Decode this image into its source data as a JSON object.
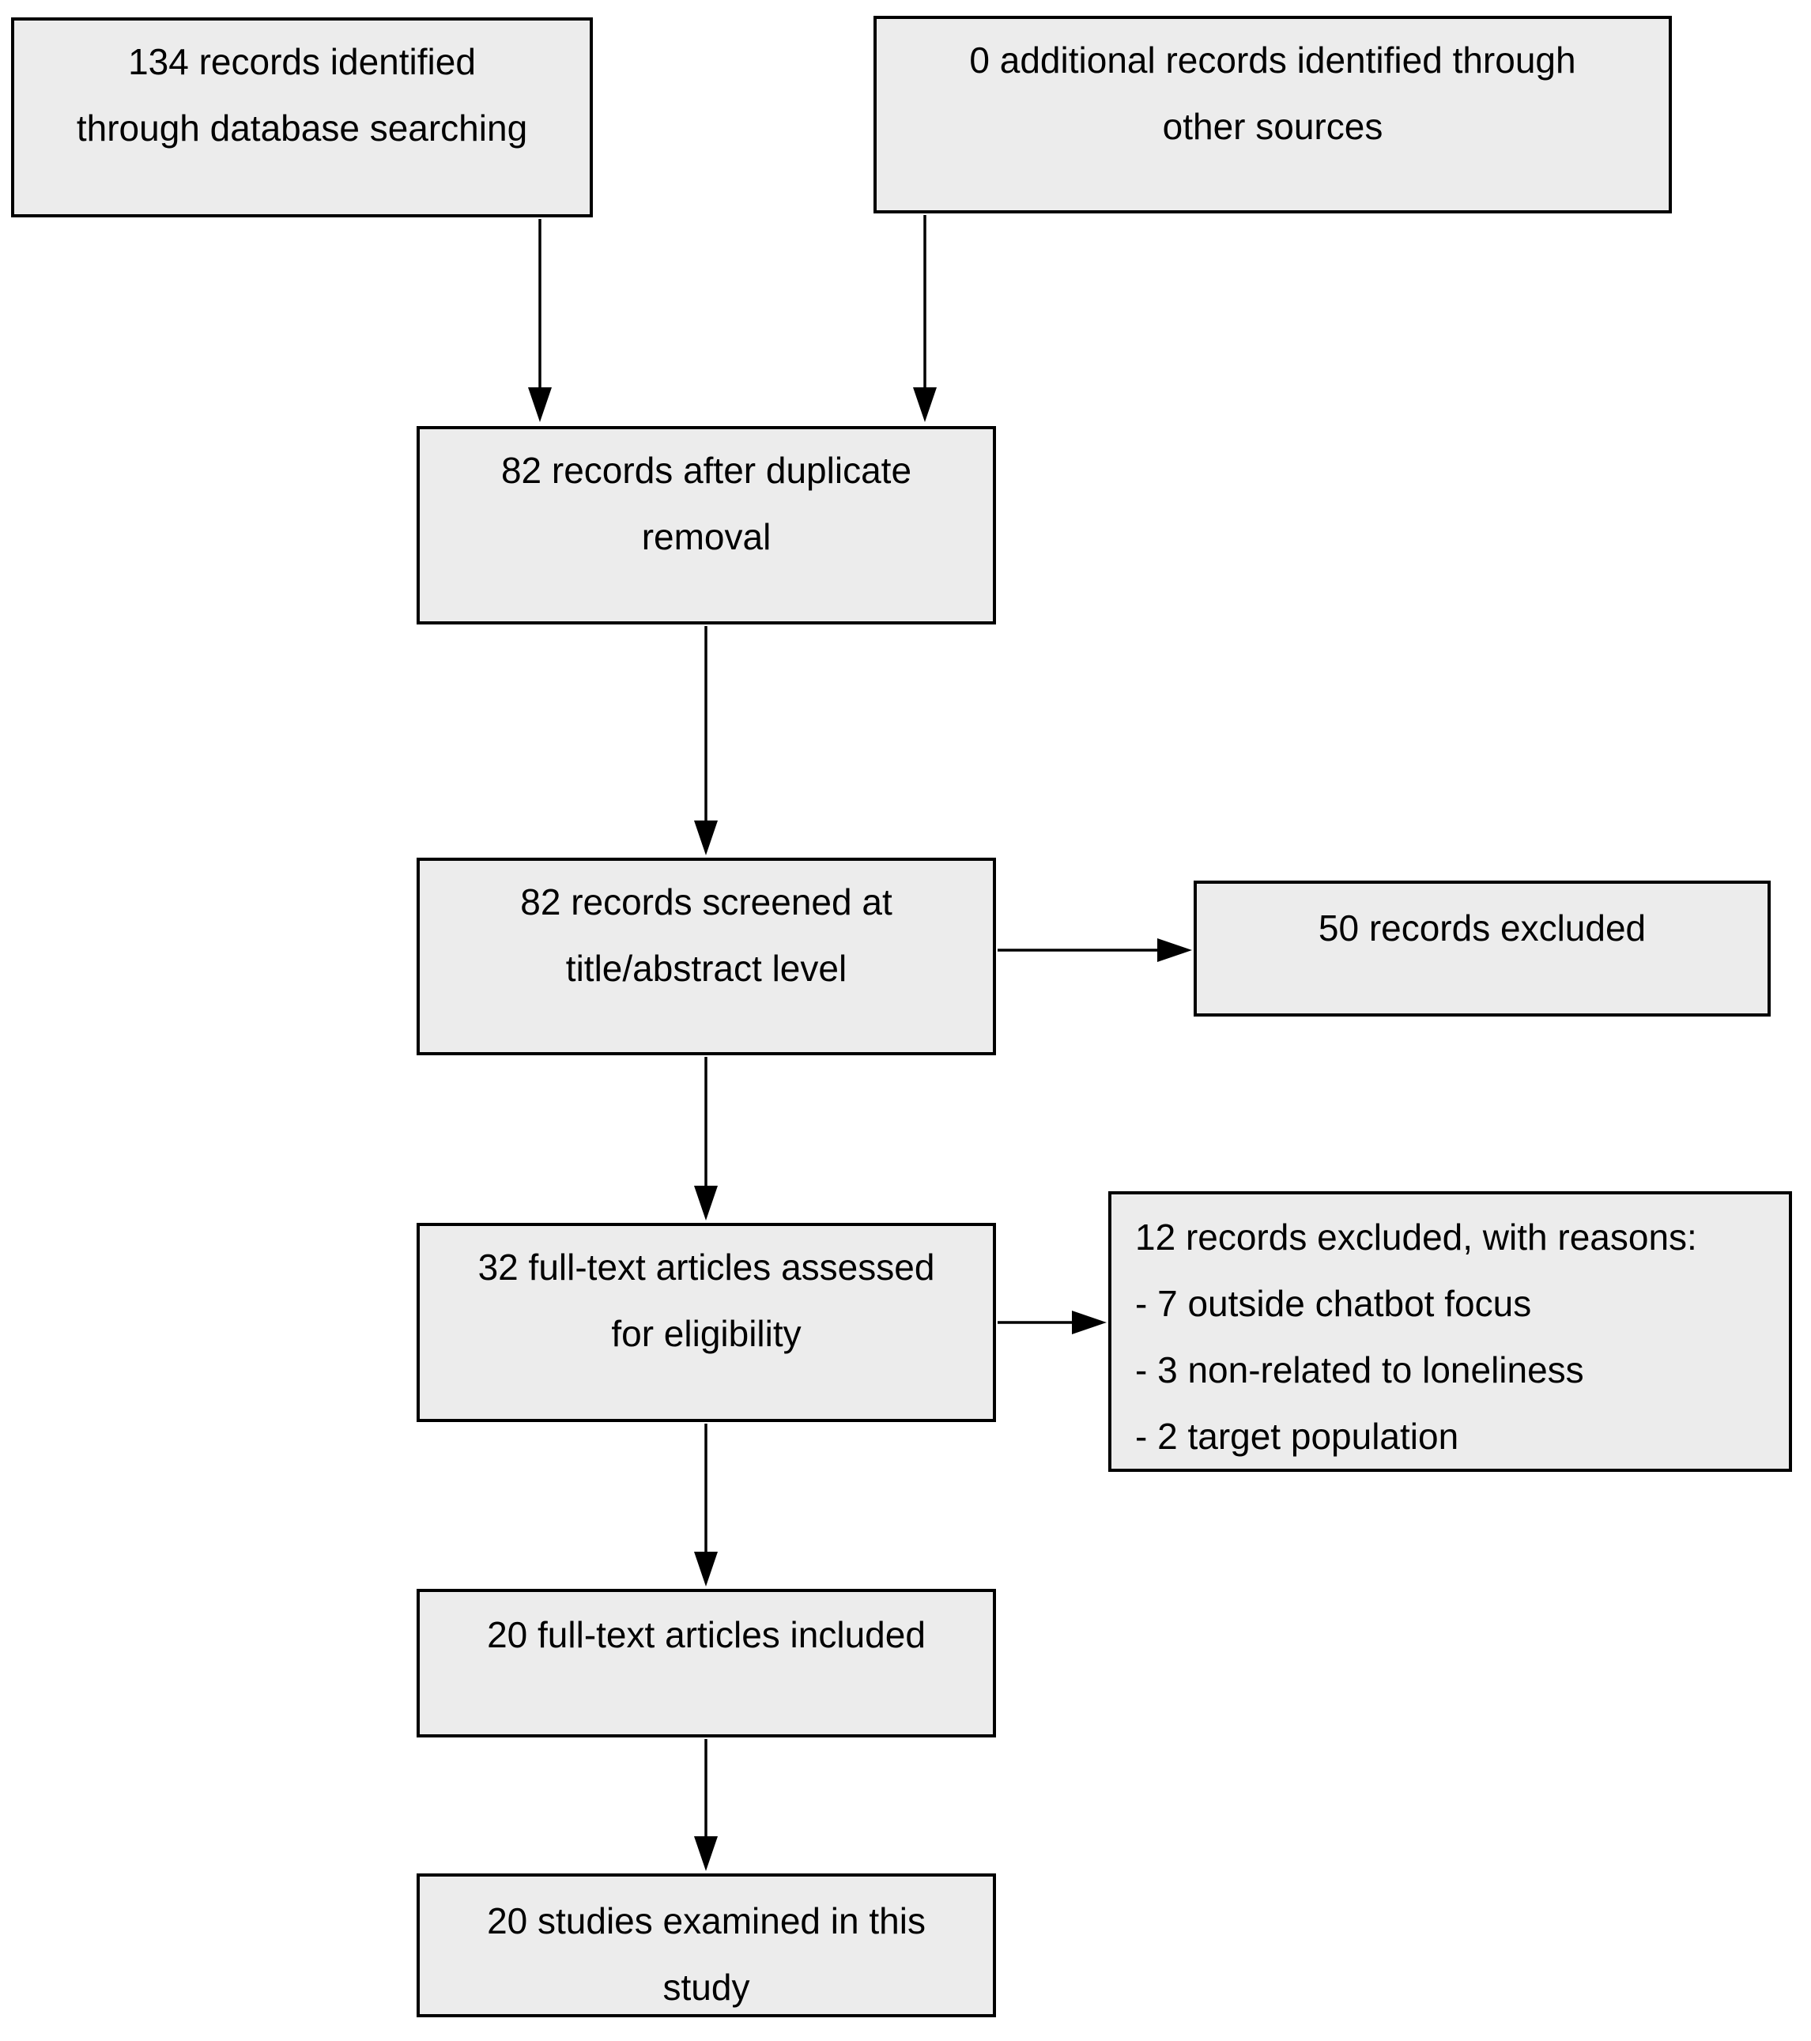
{
  "colors": {
    "background": "#ffffff",
    "box_fill": "#ececec",
    "box_border": "#000000",
    "arrow": "#000000",
    "text": "#000000"
  },
  "boxes": {
    "identified": {
      "text": "134 records identified\nthrough database searching"
    },
    "other_sources": {
      "text": "0 additional records identified through\nother sources"
    },
    "after_duplicates": {
      "text": "82 records after duplicate\nremoval"
    },
    "screened": {
      "text": "82 records screened at\ntitle/abstract level"
    },
    "excluded_screening": {
      "text": "50 records excluded"
    },
    "fulltext_assessed": {
      "text": "32 full-text articles assessed\nfor eligibility"
    },
    "excluded_fulltext": {
      "text": "12 records excluded, with reasons:\n- 7 outside chatbot focus\n- 3 non-related to loneliness\n- 2 target population"
    },
    "fulltext_included": {
      "text": "20 full-text articles included"
    },
    "examined": {
      "text": "20 studies examined in this\nstudy"
    }
  }
}
